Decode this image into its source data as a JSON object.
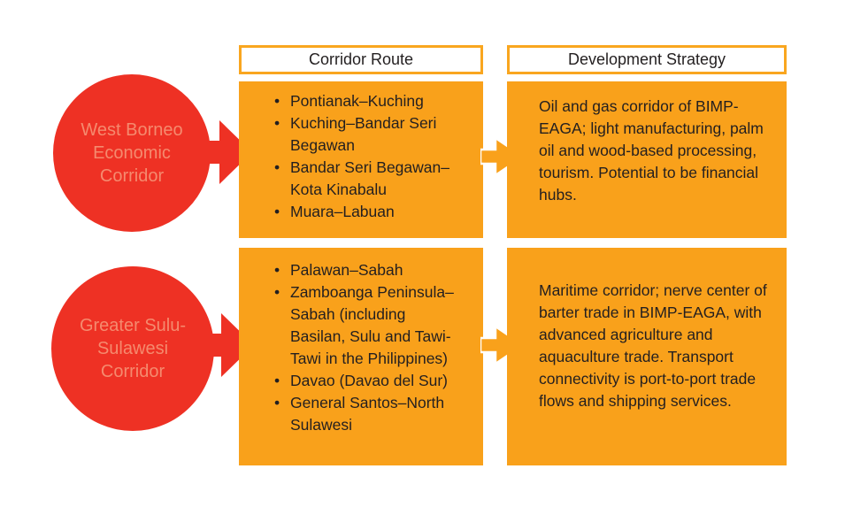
{
  "diagram": {
    "headers": {
      "corridor_route": "Corridor Route",
      "development_strategy": "Development Strategy"
    },
    "rows": [
      {
        "corridor_label": "West Borneo Economic Corridor",
        "routes": [
          "Pontianak–Kuching",
          "Kuching–Bandar Seri Begawan",
          "Bandar Seri Begawan–Kota Kinabalu",
          "Muara–Labuan"
        ],
        "strategy": "Oil and gas corridor of BIMP-EAGA; light manufacturing, palm oil and wood-based processing, tourism. Potential to be financial hubs."
      },
      {
        "corridor_label": "Greater Sulu-Sulawesi Corridor",
        "routes": [
          "Palawan–Sabah",
          "Zamboanga Peninsula–Sabah (including Basilan, Sulu and Tawi-Tawi in the Philippines)",
          "Davao (Davao del Sur)",
          "General Santos–North Sulawesi"
        ],
        "strategy": "Maritime corridor; nerve center of barter trade in BIMP-EAGA, with advanced agriculture and aquaculture trade. Transport connectivity is port-to-port trade flows and shipping services."
      }
    ],
    "colors": {
      "box_orange": "#F9A11B",
      "header_border_orange": "#F9A61F",
      "circle_red": "#EE3124",
      "circle_text": "#F58A6E",
      "body_text": "#231F20",
      "background": "#FFFFFF"
    }
  }
}
